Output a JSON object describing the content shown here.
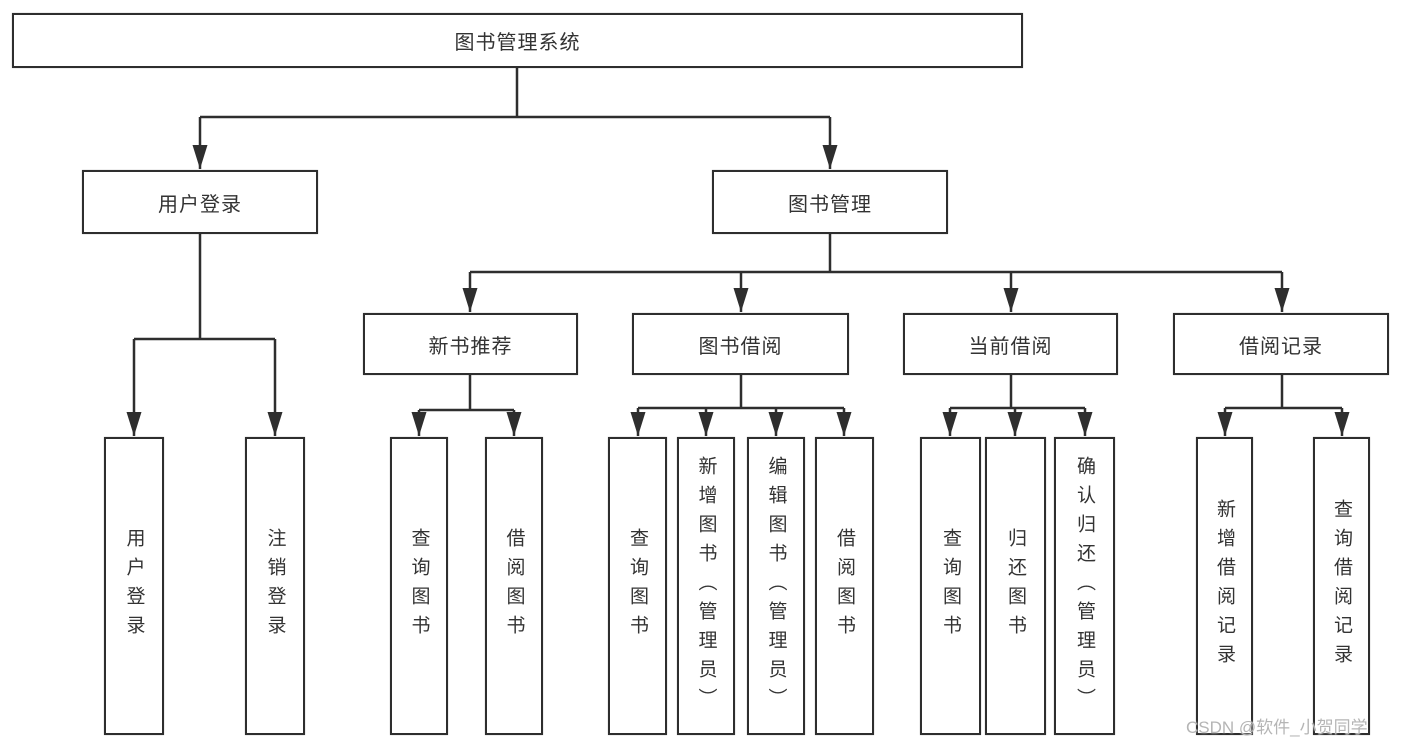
{
  "tree": {
    "label": "图书管理系统",
    "children": [
      {
        "label": "用户登录",
        "children": [
          {
            "label": "用户登录"
          },
          {
            "label": "注销登录"
          }
        ]
      },
      {
        "label": "图书管理",
        "children": [
          {
            "label": "新书推荐",
            "children": [
              {
                "label": "查询图书"
              },
              {
                "label": "借阅图书"
              }
            ]
          },
          {
            "label": "图书借阅",
            "children": [
              {
                "label": "查询图书"
              },
              {
                "label": "新增图书（管理员）"
              },
              {
                "label": "编辑图书（管理员）"
              },
              {
                "label": "借阅图书"
              }
            ]
          },
          {
            "label": "当前借阅",
            "children": [
              {
                "label": "查询图书"
              },
              {
                "label": "归还图书"
              },
              {
                "label": "确认归还（管理员）"
              }
            ]
          },
          {
            "label": "借阅记录",
            "children": [
              {
                "label": "新增借阅记录"
              },
              {
                "label": "查询借阅记录"
              }
            ]
          }
        ]
      }
    ]
  },
  "watermark": "CSDN @软件_小贺同学",
  "colors": {
    "line": "#2e2e2e",
    "box_border": "#2e2e2e",
    "box_fill": "#ffffff",
    "text": "#333333",
    "watermark": "#b5b5b5"
  }
}
